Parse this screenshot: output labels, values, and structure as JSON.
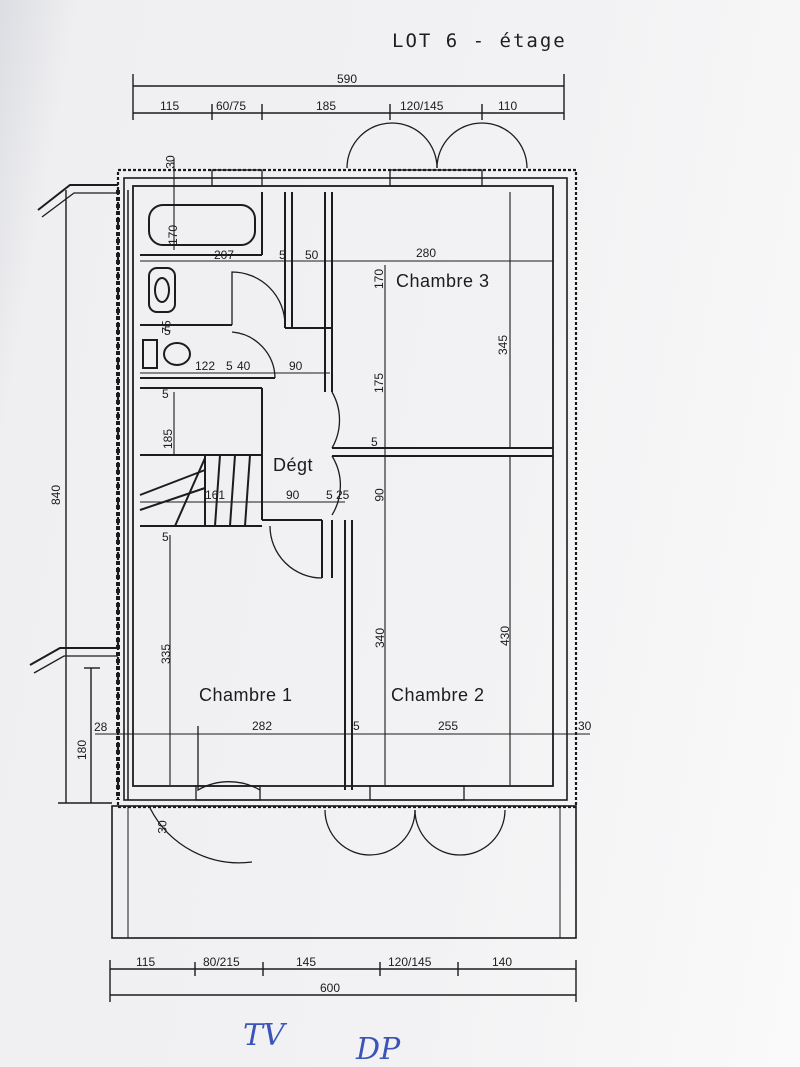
{
  "title": "LOT 6  -  étage",
  "rooms": {
    "chambre3": "Chambre 3",
    "degt": "Dégt",
    "chambre1": "Chambre 1",
    "chambre2": "Chambre 2"
  },
  "top_dims": {
    "total": "590",
    "d1": "115",
    "d2": "60/75",
    "d3": "185",
    "d4": "120/145",
    "d5": "110"
  },
  "bottom_dims": {
    "d1": "115",
    "d2": "80/215",
    "d3": "145",
    "d4": "120/145",
    "d5": "140",
    "total": "600"
  },
  "left_dims": {
    "d840": "840",
    "d180": "180",
    "d28": "28"
  },
  "interior_dims": {
    "d30_top": "30",
    "d170_bath": "170",
    "d207": "207",
    "d5_a": "5",
    "d50": "50",
    "d280": "280",
    "d170_c3": "170",
    "d345": "345",
    "d175": "175",
    "d75": "75",
    "d5_wc": "5",
    "d122": "122",
    "d5_b": "5",
    "d40": "40",
    "d90_a": "90",
    "d185": "185",
    "d5_c": "5",
    "d5_d": "5",
    "d161": "161",
    "d90_b": "90",
    "d5_e": "5",
    "d25": "25",
    "d90_c": "90",
    "d5_f": "5",
    "d335": "335",
    "d340": "340",
    "d430": "430",
    "d282": "282",
    "d5_g": "5",
    "d255": "255",
    "d30_right": "30",
    "d30_balc": "30"
  },
  "handwriting": {
    "left": "TV",
    "right": "DP"
  },
  "colors": {
    "ink": "#1c1c1e",
    "paper": "#f2f2f4",
    "handwriting": "#3b54b8"
  }
}
